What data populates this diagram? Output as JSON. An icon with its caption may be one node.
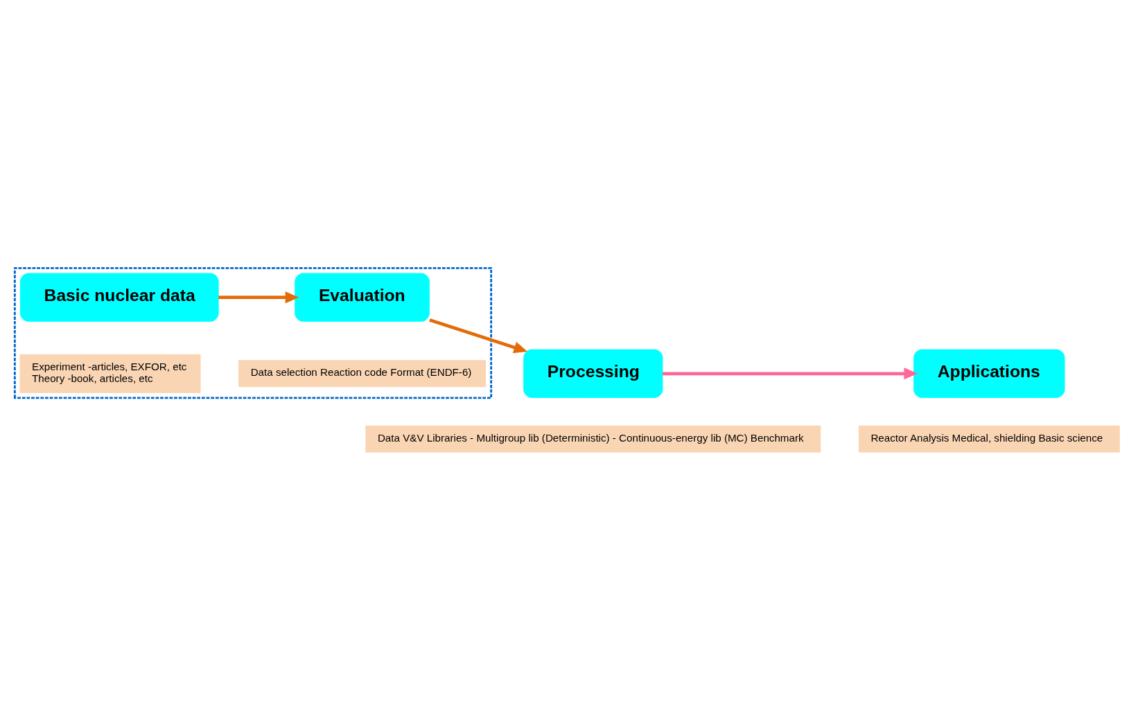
{
  "diagram": {
    "nodes": [
      {
        "text": [],
        "shape": "box"
      },
      {
        "text": [
          "Basic nuclear data"
        ],
        "in": 0
      },
      {
        "text": [
          "Experiment -articles, EXFOR, etc",
          "Theory -book, articles, etc"
        ],
        "in": 0
      },
      {
        "text": [
          "Evaluation"
        ],
        "in": 0
      },
      {
        "text": [
          "Data selection Reaction code Format (ENDF-6)"
        ],
        "in": 0
      },
      {
        "text": [
          "Processing"
        ]
      },
      {
        "text": [
          "Data V&V Libraries - Multigroup lib (Deterministic) - Continuous-energy lib (MC) Benchmark"
        ]
      },
      {
        "text": [
          "Applications"
        ]
      },
      {
        "text": [
          "Reactor Analysis Medical, shielding Basic science"
        ]
      }
    ],
    "edges": [
      {
        "from": 1,
        "to": 3,
        "arrow": "to"
      },
      {
        "from": 3,
        "to": 5,
        "arrow": "to"
      },
      {
        "from": 5,
        "to": 7,
        "arrow": "to",
        "color": "#ff6699"
      }
    ]
  }
}
